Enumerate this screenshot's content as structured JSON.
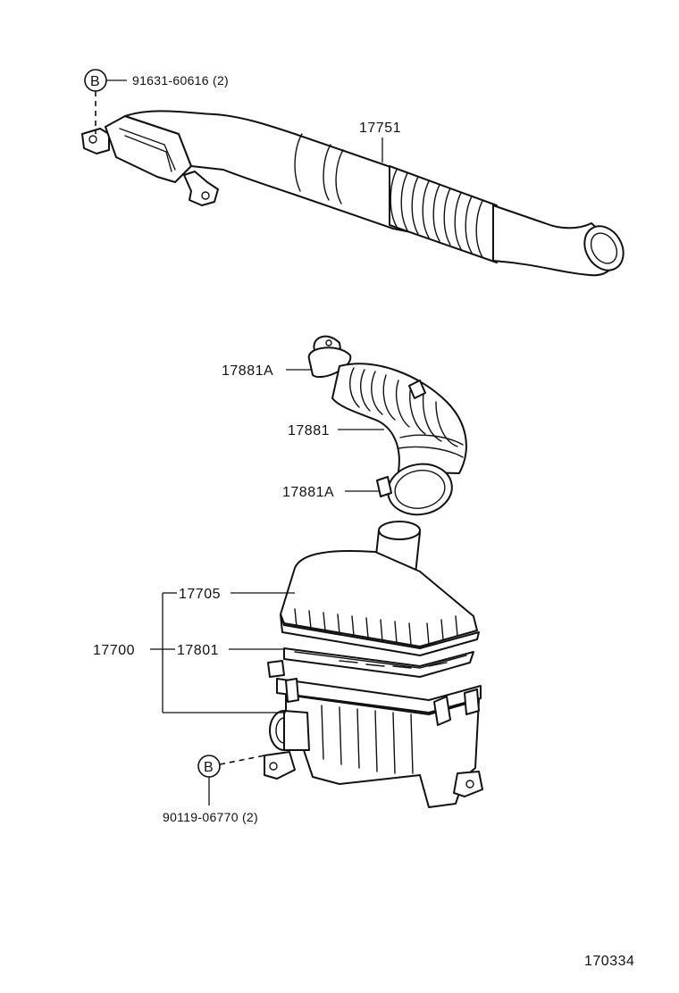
{
  "callouts": {
    "bolt_top_marker": "B",
    "bolt_top_part": "91631-60616 (2)",
    "duct_part": "17751",
    "clamp_upper_part": "17881A",
    "hose_part": "17881",
    "clamp_lower_part": "17881A",
    "cleaner_assy_part": "17700",
    "cap_part": "17705",
    "element_part": "17801",
    "bolt_bottom_marker": "B",
    "bolt_bottom_part": "90119-06770 (2)"
  },
  "figure_number": "170334"
}
